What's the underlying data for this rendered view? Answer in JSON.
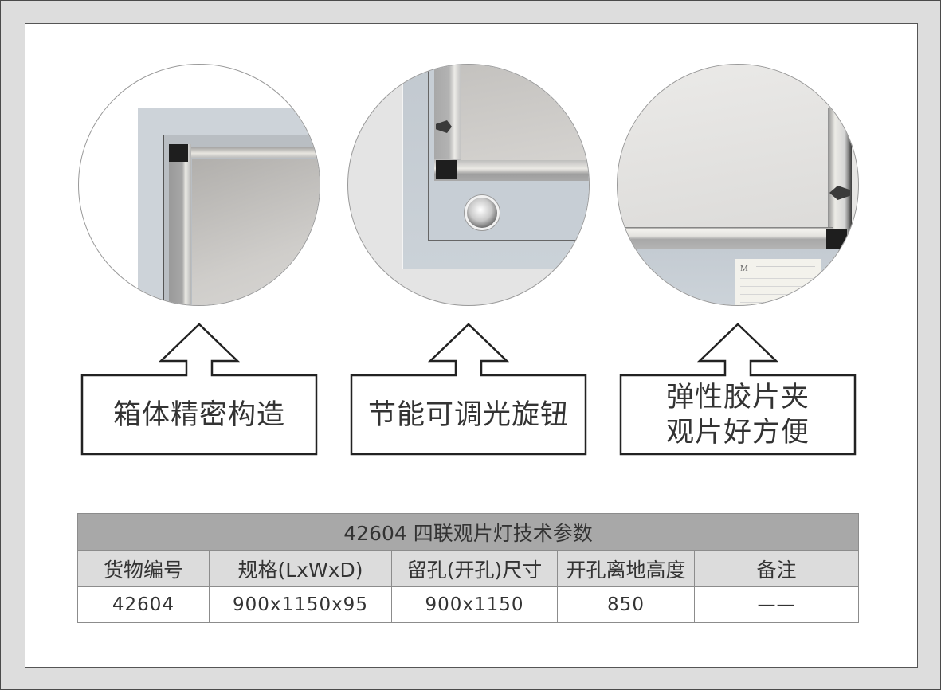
{
  "features": [
    {
      "id": "precision-box",
      "lines": [
        "箱体精密构造"
      ]
    },
    {
      "id": "dimmer-knob",
      "lines": [
        "节能可调光旋钮"
      ]
    },
    {
      "id": "film-clip",
      "lines": [
        "弹性胶片夹",
        "观片好方便"
      ]
    }
  ],
  "label_logo": "M",
  "spec_table": {
    "title": "42604 四联观片灯技术参数",
    "headers": [
      "货物编号",
      "规格(LxWxD)",
      "留孔(开孔)尺寸",
      "开孔离地高度",
      "备注"
    ],
    "rows": [
      [
        "42604",
        "900x1150x95",
        "900x1150",
        "850",
        "——"
      ]
    ]
  },
  "colors": {
    "frame": "#dcdcdc",
    "title_bg": "#a8a8a8",
    "header_bg": "#dcdcdc",
    "cabinet": "#c9d0d6"
  }
}
